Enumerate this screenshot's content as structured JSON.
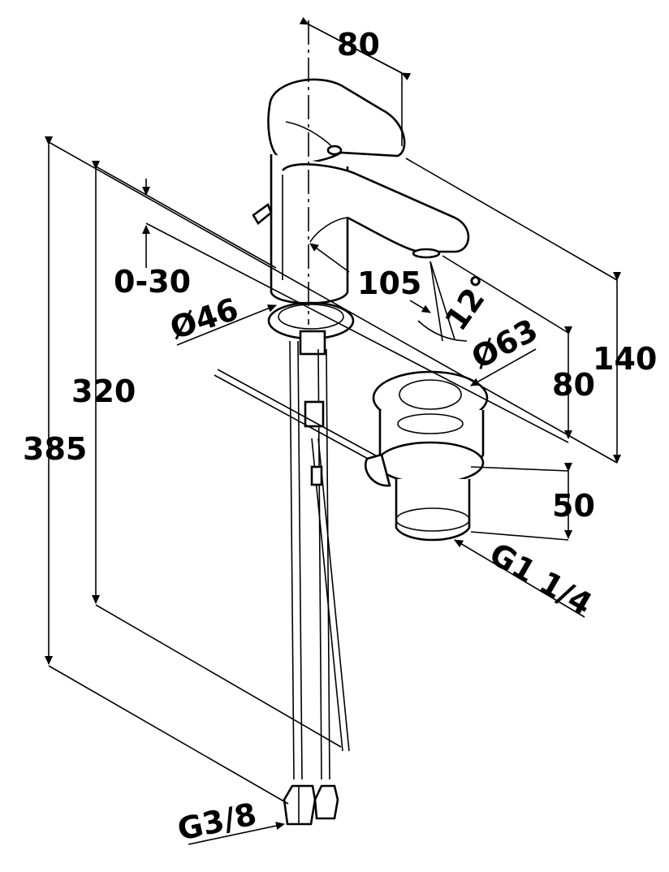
{
  "dimensions": {
    "spout_reach_top": "80",
    "spout_projection": "105",
    "lift_range": "0-30",
    "body_diameter": "Ø46",
    "spout_angle": "12°",
    "waste_diameter": "Ø63",
    "outlet_height": "140",
    "waste_height": "80",
    "waste_body": "50",
    "tap_height": "320",
    "total_height": "385",
    "waste_thread": "G1 1/4",
    "hose_thread": "G3/8"
  },
  "colors": {
    "line": "#000000",
    "background": "#ffffff"
  }
}
